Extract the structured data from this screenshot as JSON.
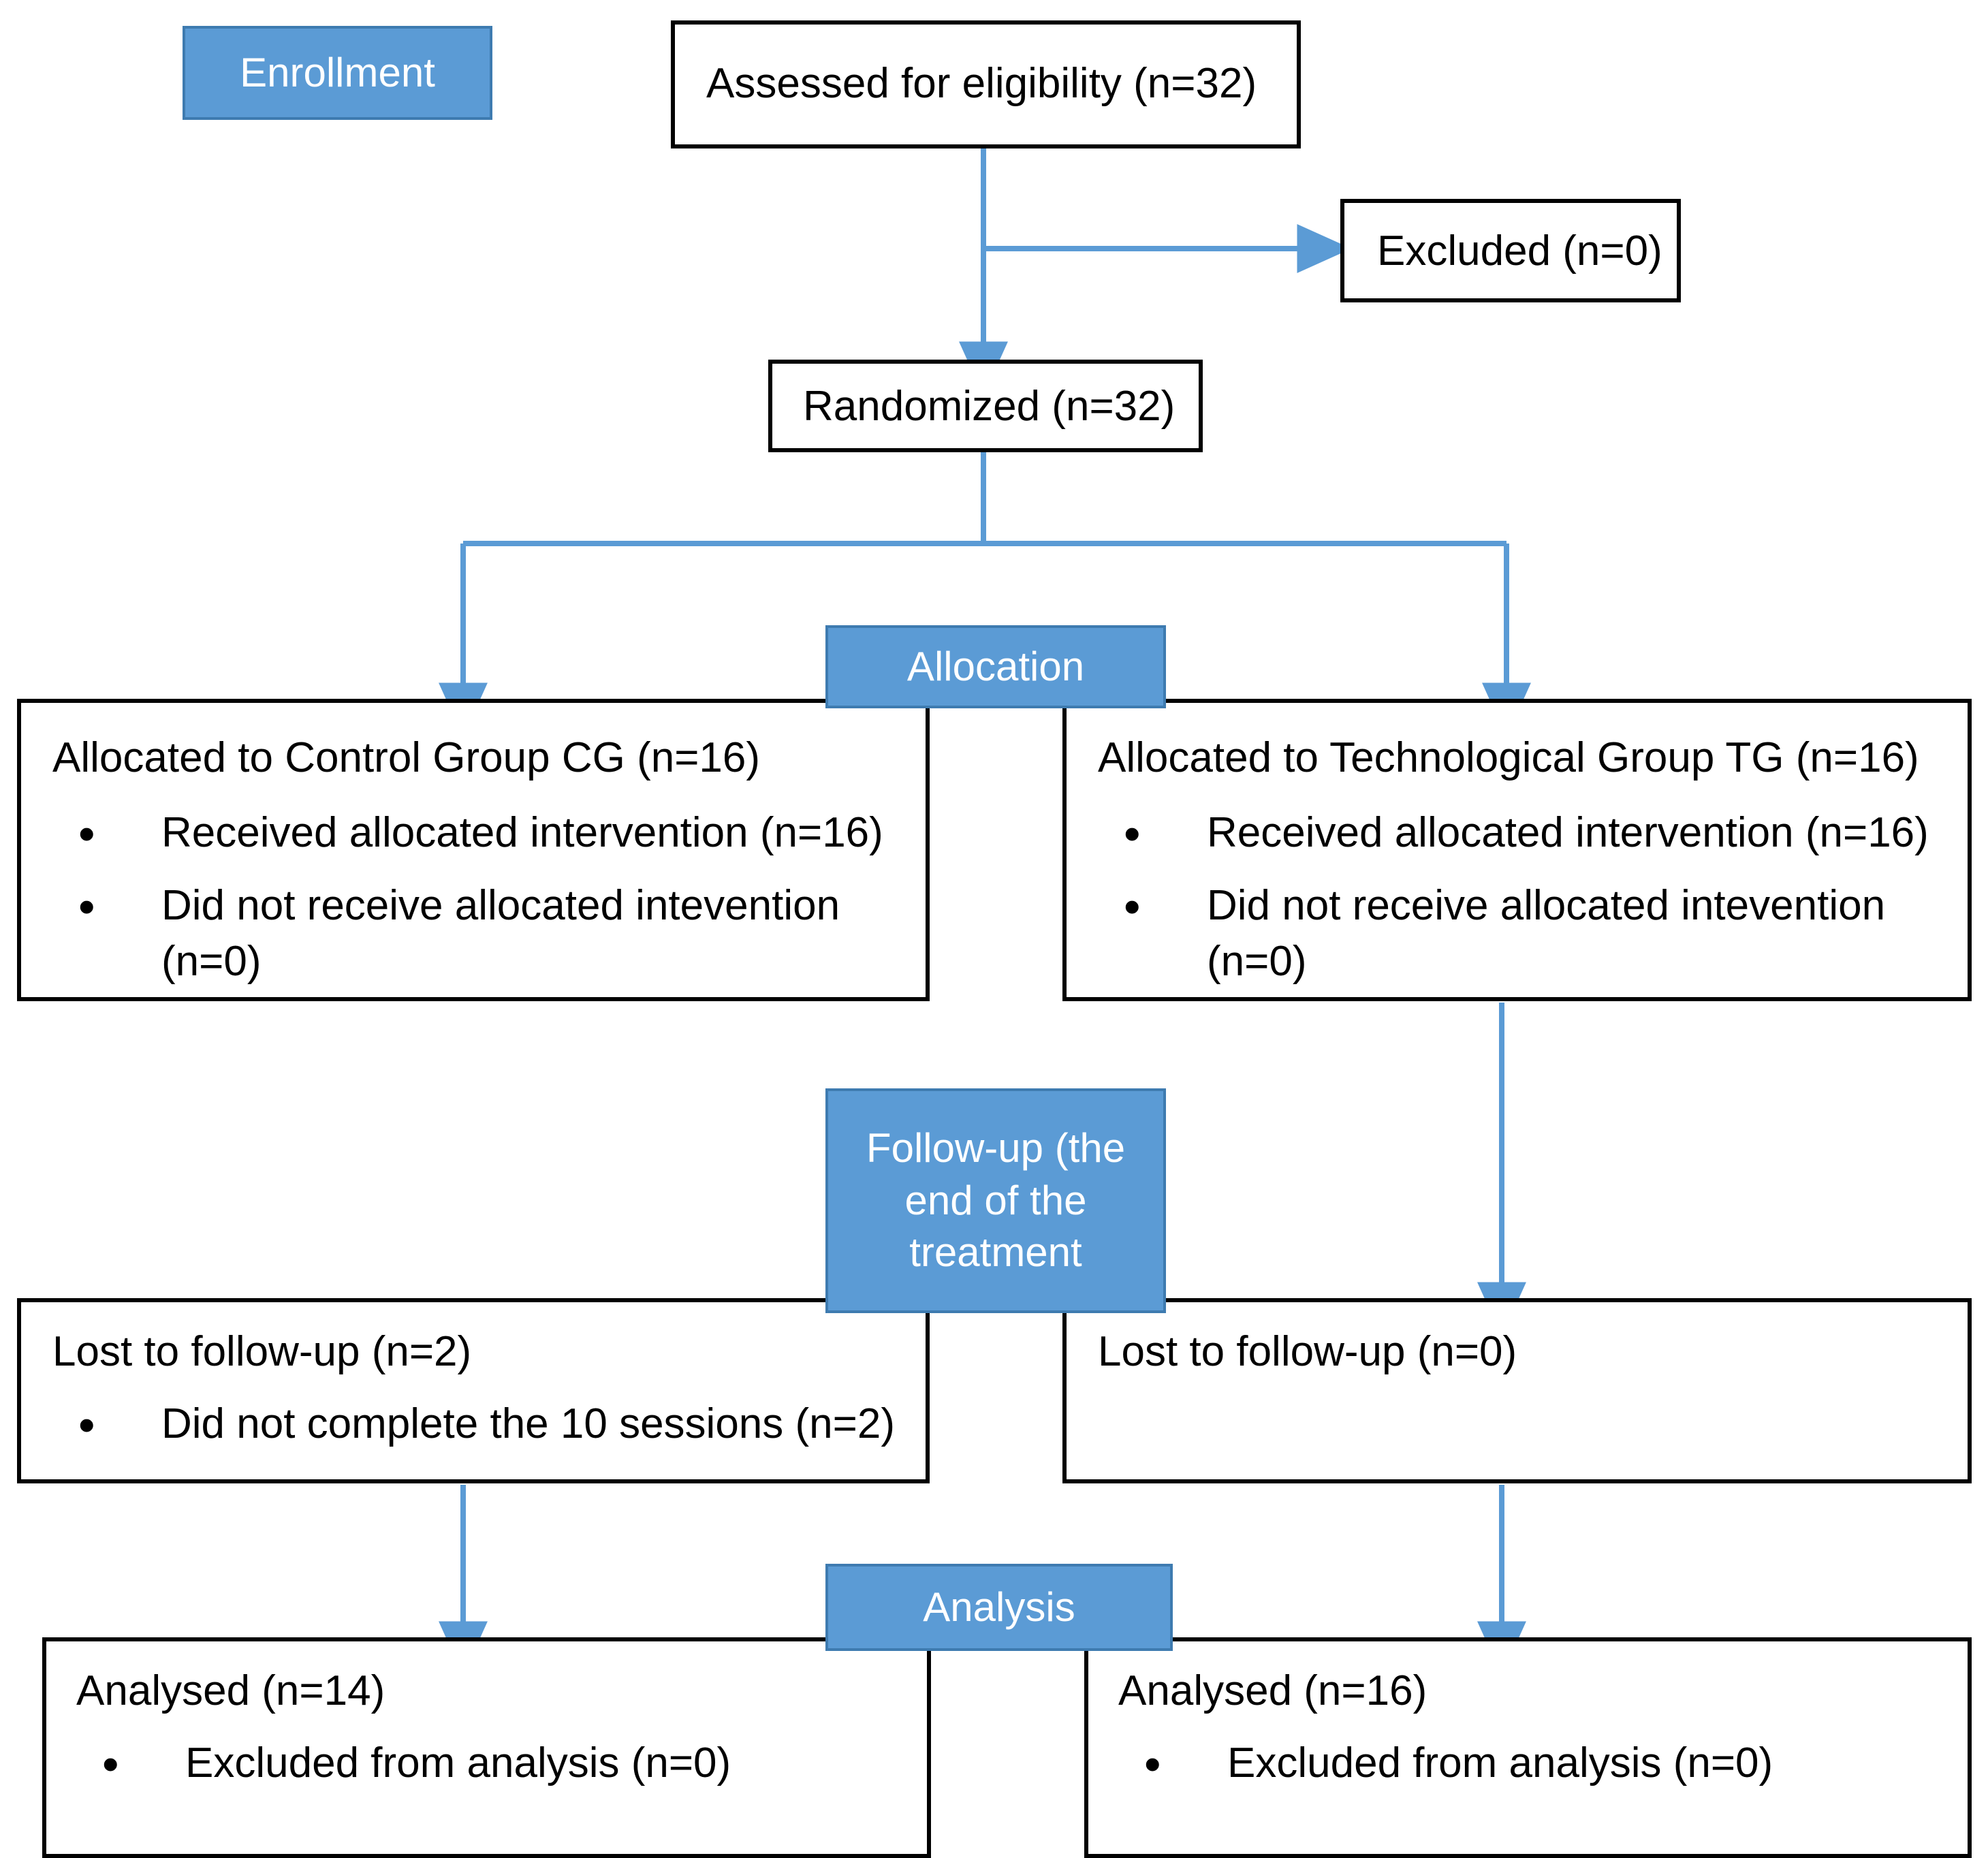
{
  "diagram": {
    "title": "CONSORT participant flow diagram",
    "accent_color": "#5B9BD5",
    "accent_border_color": "#3E7BB0",
    "box_border_color": "#000000",
    "text_color": "#000000",
    "background_color": "#FFFFFF"
  },
  "stage_badges": {
    "enrollment": "Enrollment",
    "allocation": "Allocation",
    "followup": "Follow-up (the end of the treatment",
    "analysis": "Analysis"
  },
  "nodes": {
    "assessed": {
      "title": "Assessed for eligibility (n=32)"
    },
    "excluded": {
      "title": "Excluded (n=0)"
    },
    "randomized": {
      "title": "Randomized (n=32)"
    },
    "alloc_left": {
      "title": "Allocated to Control Group CG (n=16)",
      "bullets": [
        "Received allocated intervention (n=16)",
        "Did not receive allocated intevention (n=0)"
      ]
    },
    "alloc_right": {
      "title": "Allocated to Technological Group TG (n=16)",
      "bullets": [
        "Received allocated intervention (n=16)",
        "Did not receive allocated intevention (n=0)"
      ]
    },
    "followup_left": {
      "title": "Lost to follow-up (n=2)",
      "bullets": [
        "Did not complete the 10 sessions (n=2)"
      ]
    },
    "followup_right": {
      "title": "Lost to follow-up (n=0)",
      "bullets": []
    },
    "analysis_left": {
      "title": "Analysed (n=14)",
      "bullets": [
        "Excluded from analysis (n=0)"
      ]
    },
    "analysis_right": {
      "title": "Analysed (n=16)",
      "bullets": [
        "Excluded from analysis (n=0)"
      ]
    }
  },
  "connectors": [
    {
      "name": "assessed-to-randomized",
      "type": "arrow-down"
    },
    {
      "name": "assessed-to-excluded",
      "type": "arrow-right"
    },
    {
      "name": "randomized-split-left",
      "type": "elbow-arrow-down"
    },
    {
      "name": "randomized-split-right",
      "type": "elbow-arrow-down"
    },
    {
      "name": "alloc-right-to-followup-right",
      "type": "arrow-down"
    },
    {
      "name": "followup-left-to-analysis-left",
      "type": "arrow-down"
    },
    {
      "name": "followup-right-to-analysis-right",
      "type": "arrow-down"
    }
  ]
}
